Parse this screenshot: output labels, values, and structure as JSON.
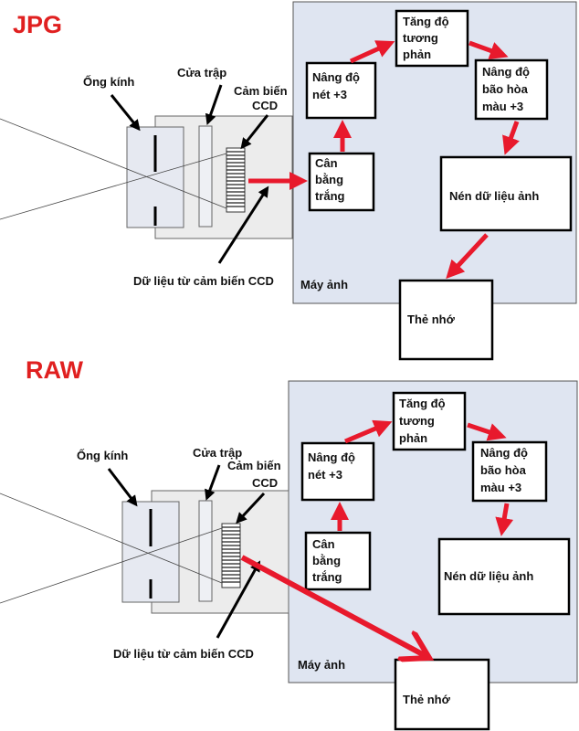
{
  "jpg": {
    "title": "JPG",
    "lens": "Ống kính",
    "shutter": "Cửa trập",
    "sensor": [
      "Cảm biến",
      "CCD"
    ],
    "sensor_data": "Dữ liệu từ cảm biến CCD",
    "camera": "Máy ảnh",
    "white_balance": [
      "Cân",
      "bằng",
      "trắng"
    ],
    "sharpness": [
      "Nâng độ",
      "nét +3"
    ],
    "contrast": [
      "Tăng độ",
      "tương",
      "phản"
    ],
    "saturation": [
      "Nâng độ",
      "bão hòa",
      "màu +3"
    ],
    "compress": "Nén dữ liệu ảnh",
    "memory_card": "Thẻ nhớ"
  },
  "raw": {
    "title": "RAW",
    "lens": "Ống kính",
    "shutter": "Cửa trập",
    "sensor": [
      "Cảm biến",
      "CCD"
    ],
    "sensor_data": "Dữ liệu từ cảm biến CCD",
    "camera": "Máy ảnh",
    "white_balance": [
      "Cân",
      "bằng",
      "trắng"
    ],
    "sharpness": [
      "Nâng độ",
      "nét +3"
    ],
    "contrast": [
      "Tăng độ",
      "tương",
      "phản"
    ],
    "saturation": [
      "Nâng độ",
      "bão hòa",
      "màu +3"
    ],
    "compress": "Nén dữ liệu ảnh",
    "memory_card": "Thẻ nhớ"
  },
  "colors": {
    "arrow": "#e8192c",
    "camera_fill": "#dfe5f1",
    "title": "#e02020"
  }
}
